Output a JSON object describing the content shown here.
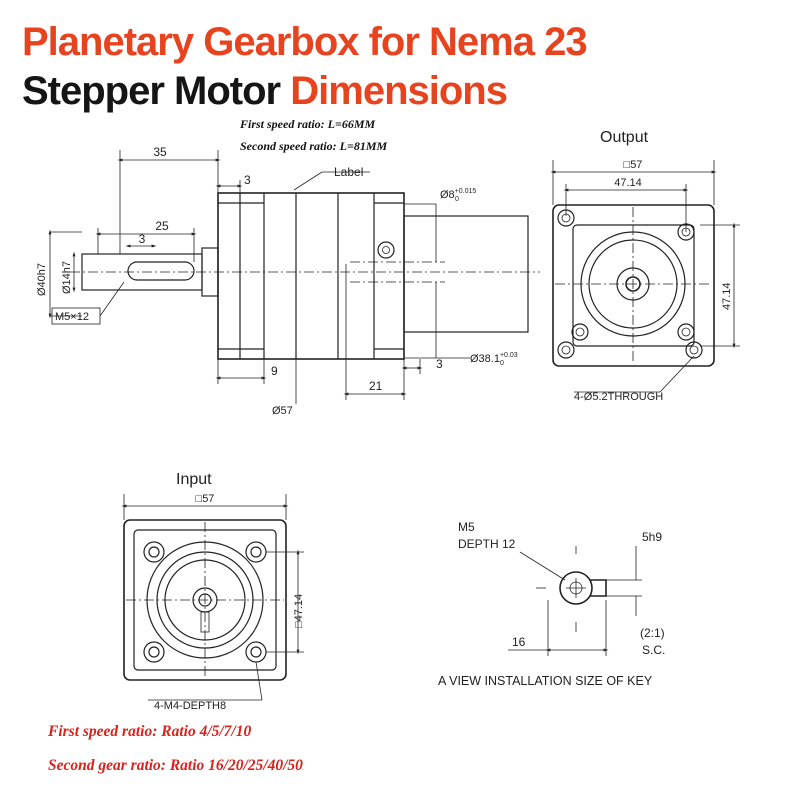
{
  "header": {
    "title_line1": "Planetary Gearbox for Nema 23",
    "title_line2_black": "Stepper Motor",
    "title_line2_orange": "Dimensions"
  },
  "specs": {
    "first_length": "First speed ratio: L=66MM",
    "second_length": "Second speed ratio: L=81MM"
  },
  "side_view": {
    "dim_35": "35",
    "dim_3_top": "3",
    "label_callout": "Label",
    "dim_25": "25",
    "dim_3_shaft": "3",
    "dia_40": "Ø40h7",
    "dia_14": "Ø14h7",
    "thread": "M5×12",
    "shaft_dia_main": "Ø8",
    "shaft_dia_sup": "+0.015",
    "shaft_dia_sub": "0",
    "pilot_dia_main": "Ø38.1",
    "pilot_dia_sup": "+0.03",
    "pilot_dia_sub": "0",
    "dim_9": "9",
    "dim_21": "21",
    "dim_3_bottom": "3",
    "dia_57": "Ø57"
  },
  "output_view": {
    "heading": "Output",
    "size": "□57",
    "bolt_h": "47.14",
    "bolt_v": "47.14",
    "holes": "4-Ø5.2THROUGH"
  },
  "input_view": {
    "heading": "Input",
    "size": "□57",
    "bolt_v": "□47.14",
    "holes": "4-M4-DEPTH8"
  },
  "key_view": {
    "thread": "M5",
    "depth": "DEPTH 12",
    "key_width": "5h9",
    "dim_16": "16",
    "scale": "(2:1)",
    "sc": "S.C.",
    "caption": "A VIEW  INSTALLATION SIZE  OF KEY"
  },
  "notes": {
    "first_ratio": "First speed ratio: Ratio 4/5/7/10",
    "second_ratio": "Second gear ratio: Ratio 16/20/25/40/50"
  },
  "colors": {
    "accent": "#e8431f",
    "title_dark": "#151515",
    "note_red": "#d8221c",
    "line": "#222222"
  }
}
